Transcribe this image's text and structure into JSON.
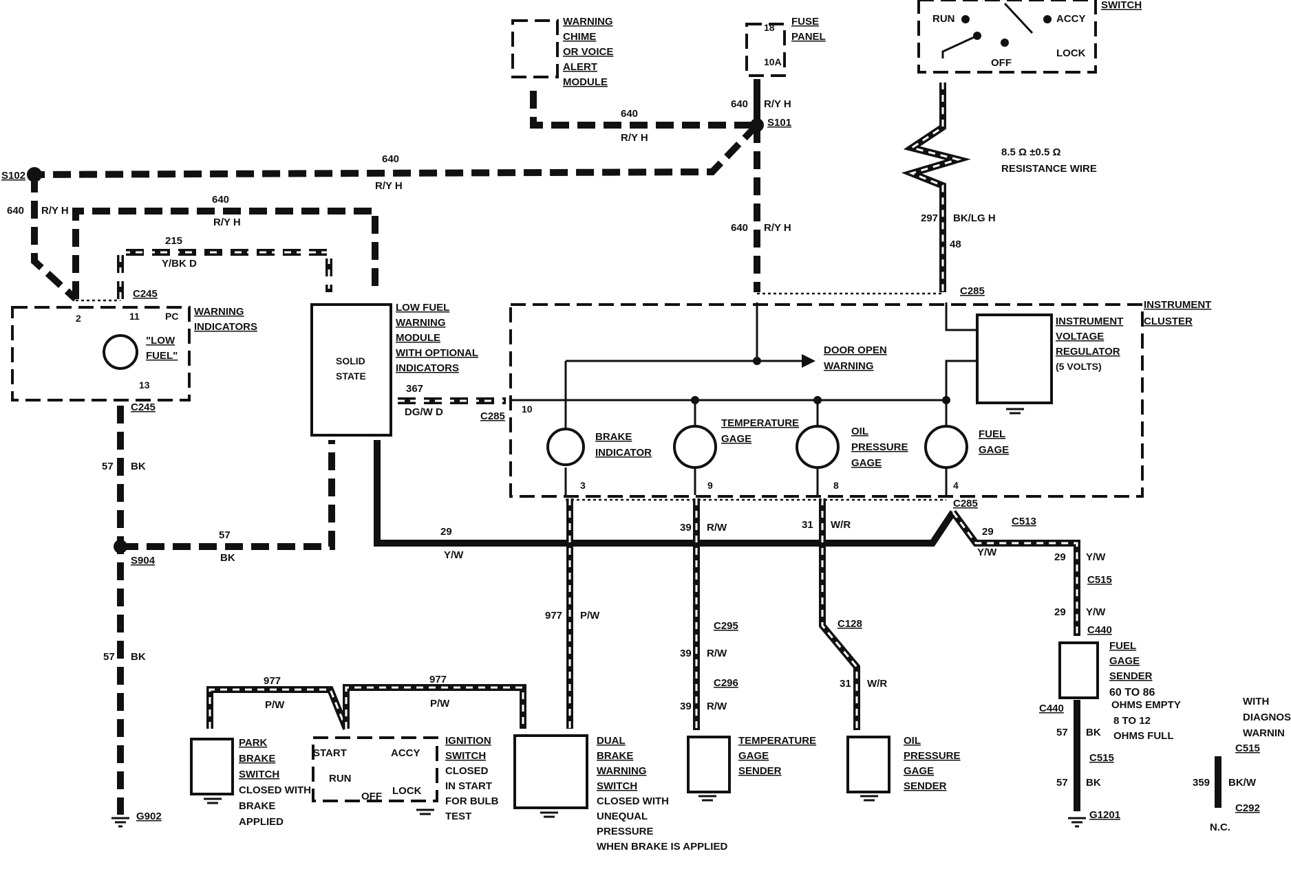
{
  "labels": {
    "warning_chime": [
      "WARNING",
      "CHIME",
      "OR VOICE",
      "ALERT",
      "MODULE"
    ],
    "fuse_panel": [
      "FUSE",
      "PANEL"
    ],
    "fuse_amps": "10A",
    "fuse_num": "18",
    "switch": "SWITCH",
    "sw_run": "RUN",
    "sw_accy": "ACCY",
    "sw_off": "OFF",
    "sw_lock": "LOCK",
    "resistance": [
      "8.5 Ω ±0.5 Ω",
      "RESISTANCE WIRE"
    ],
    "s101": "S101",
    "s102": "S102",
    "w640_top": "640",
    "ry_top": "R/Y H",
    "w640_mid": "640",
    "ry_mid": "R/Y H",
    "w640_fuse": "640",
    "ry_fuse": "R/Y H",
    "w640_vert": "640",
    "ry_vert": "R/Y H",
    "w640_left": "640",
    "ry_left": "R/Y H",
    "w640_loop": "640",
    "ry_loop": "R/Y H",
    "w215": "215",
    "ybk": "Y/BK D",
    "w297": "297",
    "bklg": "BK/LG H",
    "w48": "48",
    "c245_top": "C245",
    "c245_bot": "C245",
    "pin2": "2",
    "pin11": "11",
    "pc": "PC",
    "pin13": "13",
    "low_fuel": [
      "\"LOW",
      "FUEL\""
    ],
    "warning_indicators": [
      "WARNING",
      "INDICATORS"
    ],
    "solid_state": [
      "SOLID",
      "STATE"
    ],
    "low_fuel_module": [
      "LOW FUEL",
      "WARNING",
      "MODULE",
      "WITH OPTIONAL",
      "INDICATORS"
    ],
    "w367": "367",
    "dgw": "DG/W D",
    "c285_left": "C285",
    "pin10": "10",
    "c285_top": "C285",
    "instrument_cluster": [
      "INSTRUMENT",
      "CLUSTER"
    ],
    "ivr": [
      "INSTRUMENT",
      "VOLTAGE",
      "REGULATOR",
      "(5 VOLTS)"
    ],
    "door_open": [
      "DOOR OPEN",
      "WARNING"
    ],
    "brake_indicator": [
      "BRAKE",
      "INDICATOR"
    ],
    "temp_gage": [
      "TEMPERATURE",
      "GAGE"
    ],
    "oil_gage": [
      "OIL",
      "PRESSURE",
      "GAGE"
    ],
    "fuel_gage": [
      "FUEL",
      "GAGE"
    ],
    "pin3": "3",
    "pin9": "9",
    "pin8": "8",
    "pin4": "4",
    "c285_bot": "C285",
    "w57a": "57",
    "bka": "BK",
    "w57b": "57",
    "bkb": "BK",
    "w57c": "57",
    "bkc": "BK",
    "s904": "S904",
    "g902": "G902",
    "w29a": "29",
    "yw_a": "Y/W",
    "w39a": "39",
    "rw_a": "R/W",
    "w31a": "31",
    "wr_a": "W/R",
    "w29b": "29",
    "yw_b": "Y/W",
    "c513": "C513",
    "w29c": "29",
    "yw_c": "Y/W",
    "c515a": "C515",
    "w29d": "29",
    "yw_d": "Y/W",
    "c440a": "C440",
    "fuel_sender": [
      "FUEL",
      "GAGE",
      "SENDER"
    ],
    "fuel_ohms": [
      "60 TO 86",
      "OHMS EMPTY",
      "8 TO 12",
      "OHMS FULL"
    ],
    "c440b": "C440",
    "w57d": "57",
    "bkd": "BK",
    "c515b": "C515",
    "w57e": "57",
    "bke": "BK",
    "g1201": "G1201",
    "w977": "977",
    "pw": "P/W",
    "c295": "C295",
    "w39b": "39",
    "rw_b": "R/W",
    "c296": "C296",
    "w39c": "39",
    "rw_c": "R/W",
    "c128": "C128",
    "w31b": "31",
    "wr_b": "W/R",
    "temp_sender": [
      "TEMPERATURE",
      "GAGE",
      "SENDER"
    ],
    "oil_sender": [
      "OIL",
      "PRESSURE",
      "GAGE",
      "SENDER"
    ],
    "w977a": "977",
    "pw_a": "P/W",
    "w977b": "977",
    "pw_b": "P/W",
    "park_brake": [
      "PARK",
      "BRAKE",
      "SWITCH",
      "CLOSED WITH",
      "BRAKE",
      "APPLIED"
    ],
    "ign_switch": [
      "IGNITION",
      "SWITCH",
      "CLOSED",
      "IN START",
      "FOR BULB",
      "TEST"
    ],
    "ign_start": "START",
    "ign_accy": "ACCY",
    "ign_run": "RUN",
    "ign_off": "OFF",
    "ign_lock": "LOCK",
    "dual_brake": [
      "DUAL",
      "BRAKE",
      "WARNING",
      "SWITCH",
      "CLOSED WITH",
      "UNEQUAL",
      "PRESSURE",
      "WHEN BRAKE IS APPLIED"
    ],
    "with_diag": [
      "WITH",
      "DIAGNOS",
      "WARNIN"
    ],
    "c515c": "C515",
    "w359": "359",
    "bkw": "BK/W",
    "c292": "C292",
    "nc": "N.C."
  }
}
